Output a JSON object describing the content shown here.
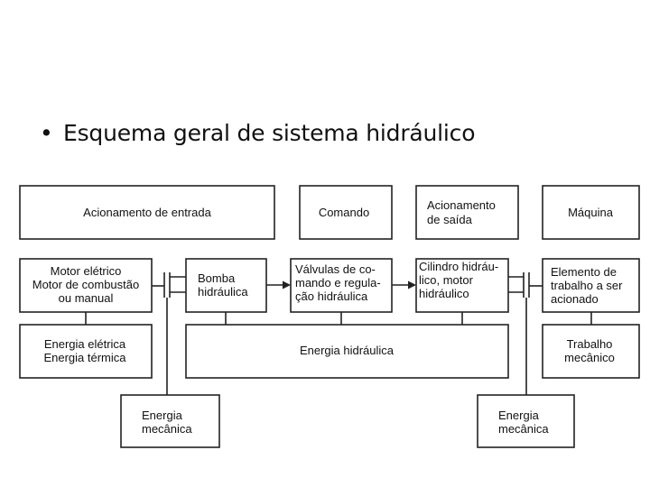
{
  "slide": {
    "bullet": "•",
    "title": "Esquema geral de sistema hidráulico"
  },
  "diagram": {
    "headers": {
      "input_drive": "Acionamento de entrada",
      "command": "Comando",
      "output_drive": [
        "Acionamento",
        "de saída"
      ],
      "machine": "Máquina"
    },
    "components": {
      "motor": [
        "Motor elétrico",
        "Motor de combustão",
        "ou manual"
      ],
      "pump": [
        "Bomba",
        "hidráulica"
      ],
      "valves": [
        "Válvulas de co-",
        "mando e regula-",
        "ção hidráulica"
      ],
      "cylinder": [
        "Cilindro hidráu-",
        "lico, motor",
        "hidráulico"
      ],
      "element": [
        "Elemento de",
        "trabalho a ser",
        "acionado"
      ]
    },
    "energies": {
      "electric_thermal": [
        "Energia elétrica",
        "Energia térmica"
      ],
      "hydraulic": "Energia hidráulica",
      "mechanical_output": [
        "Trabalho",
        "mecânico"
      ],
      "mechanical_left": [
        "Energia",
        "mecânica"
      ],
      "mechanical_right": [
        "Energia",
        "mecânica"
      ]
    }
  }
}
